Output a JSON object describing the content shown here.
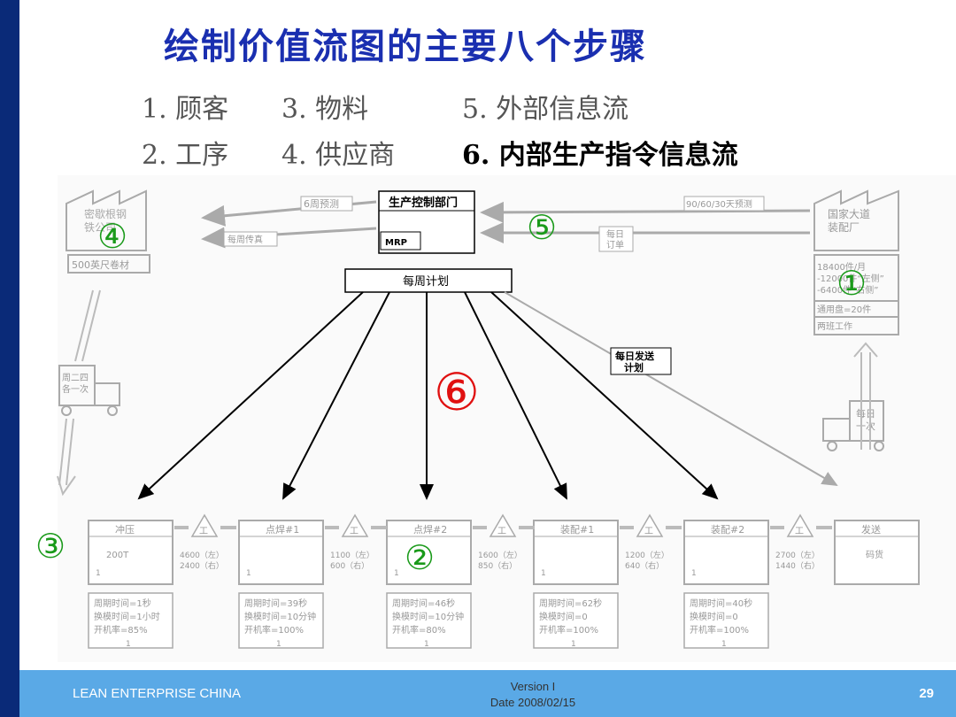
{
  "slide": {
    "title": "绘制价值流图的主要八个步骤",
    "steps": [
      {
        "num": "1.",
        "label": "顾客"
      },
      {
        "num": "3.",
        "label": "物料"
      },
      {
        "num": "5.",
        "label": "外部信息流"
      },
      {
        "num": "2.",
        "label": "工序"
      },
      {
        "num": "4.",
        "label": "供应商"
      },
      {
        "num": "6.",
        "label": "内部生产指令信息流"
      }
    ]
  },
  "diagram": {
    "control": {
      "title": "生产控制部门",
      "mrp": "MRP",
      "weekly_plan": "每周计划"
    },
    "forecast_left": "6周预测",
    "weekly_fax": "每周传真",
    "forecast_right": "90/60/30天预测",
    "daily_order": "每日\n订单",
    "daily_ship_plan": "每日发送\n计划",
    "supplier": {
      "name": "密歇根钢\n铁公司",
      "coil": "500英尺卷材",
      "freq": "周二四\n各一次"
    },
    "customer": {
      "name": "国家大道\n装配厂",
      "lines": [
        "18400件/月",
        "-12000件“左侧”",
        "-6400件“右侧”",
        "通用盘=20件",
        "两班工作"
      ],
      "freq": "每日\n一次"
    },
    "processes": [
      {
        "name": "冲压",
        "qty": "200T",
        "ops": "1",
        "ct": "周期时间=1秒",
        "co": "换模时间=1小时",
        "up": "开机率=85%",
        "shift": "1"
      },
      {
        "name": "点焊#1",
        "qty": "",
        "ops": "1",
        "ct": "周期时间=39秒",
        "co": "换模时间=10分钟",
        "up": "开机率=100%",
        "shift": "1"
      },
      {
        "name": "点焊#2",
        "qty": "",
        "ops": "1",
        "ct": "周期时间=46秒",
        "co": "换模时间=10分钟",
        "up": "开机率=80%",
        "shift": "1"
      },
      {
        "name": "装配#1",
        "qty": "",
        "ops": "1",
        "ct": "周期时间=62秒",
        "co": "换模时间=0",
        "up": "开机率=100%",
        "shift": "1"
      },
      {
        "name": "装配#2",
        "qty": "",
        "ops": "1",
        "ct": "周期时间=40秒",
        "co": "换模时间=0",
        "up": "开机率=100%",
        "shift": "1"
      },
      {
        "name": "发送",
        "qty": "码货",
        "ops": "",
        "ct": "",
        "co": "",
        "up": "",
        "shift": ""
      }
    ],
    "inventories": [
      {
        "l": "4600（左）",
        "r": "2400（右）"
      },
      {
        "l": "1100（左）",
        "r": "600（右）"
      },
      {
        "l": "1600（左）",
        "r": "850（右）"
      },
      {
        "l": "1200（左）",
        "r": "640（右）"
      },
      {
        "l": "2700（左）",
        "r": "1440（右）"
      }
    ],
    "inv_mark": "工",
    "markers": {
      "m1": "①",
      "m2": "②",
      "m3": "③",
      "m4": "④",
      "m5": "⑤",
      "m6": "⑥"
    },
    "colors": {
      "marker_green": "#1a9a1a",
      "marker_red": "#e01010",
      "gray": "#b0b0b0"
    }
  },
  "footer": {
    "org": "LEAN ENTERPRISE CHINA",
    "version": "Version I",
    "date": "Date 2008/02/15",
    "page": "29"
  }
}
